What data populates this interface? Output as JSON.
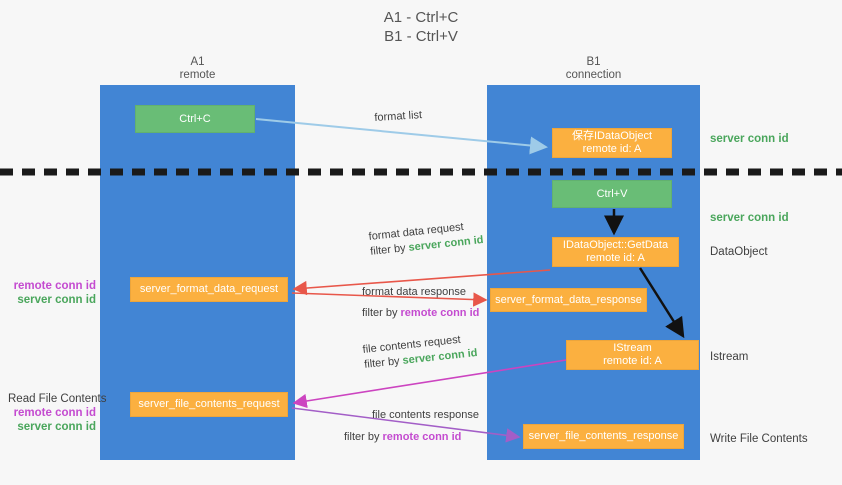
{
  "title": {
    "line1": "A1 - Ctrl+C",
    "line2": "B1 - Ctrl+V"
  },
  "lanes": [
    {
      "id": "a1",
      "name": "A1",
      "role": "remote",
      "color": "#4285d4"
    },
    {
      "id": "b1",
      "name": "B1",
      "role": "connection",
      "color": "#4285d4"
    }
  ],
  "colors": {
    "lane": "#4285d4",
    "green_box": "#69bd76",
    "orange_box": "#fbb040",
    "server_conn_id": "#4aa65c",
    "remote_conn_id": "#c44bd0",
    "arrow_blue": "#9ecbe8",
    "arrow_red": "#e8574a",
    "arrow_magenta": "#cc44c0",
    "arrow_purple": "#a35ec7",
    "arrow_black": "#000000",
    "divider": "#1a1a1a"
  },
  "boxes": {
    "ctrl_c": {
      "label": "Ctrl+C",
      "style": "green"
    },
    "save_idataobject": {
      "line1": "保存IDataObject",
      "line2": "remote id: A",
      "style": "orange"
    },
    "ctrl_v": {
      "label": "Ctrl+V",
      "style": "green"
    },
    "getdata": {
      "line1": "IDataObject::GetData",
      "line2": "remote id: A",
      "style": "orange"
    },
    "format_data_request": {
      "label": "server_format_data_request",
      "style": "orange"
    },
    "format_data_response": {
      "label": "server_format_data_response",
      "style": "orange"
    },
    "istream": {
      "line1": "IStream",
      "line2": "remote id: A",
      "style": "orange"
    },
    "file_contents_request": {
      "label": "server_file_contents_request",
      "style": "orange"
    },
    "file_contents_response": {
      "label": "server_file_contents_response",
      "style": "orange"
    }
  },
  "edge_labels": {
    "format_list": "format list",
    "format_data_request": {
      "line1": "format data request",
      "filter_prefix": "filter by ",
      "filter_value": "server conn id"
    },
    "format_data_response": {
      "line1": "format data response",
      "filter_prefix": "filter by ",
      "filter_value": "remote conn id"
    },
    "file_contents_request": {
      "line1": "file contents request",
      "filter_prefix": "filter by ",
      "filter_value": "server conn id"
    },
    "file_contents_response": {
      "line1": "file contents response",
      "filter_prefix": "filter by ",
      "filter_value": "remote conn id"
    }
  },
  "right_labels": {
    "server_conn_id_top": "server conn id",
    "server_conn_id_mid": "server conn id",
    "dataobject": "DataObject",
    "istream": "Istream",
    "write_file_contents": "Write File Contents"
  },
  "left_labels": {
    "group1": {
      "remote": "remote conn id",
      "server": "server conn id"
    },
    "group2": {
      "heading": "Read File Contents",
      "remote": "remote conn id",
      "server": "server conn id"
    }
  }
}
